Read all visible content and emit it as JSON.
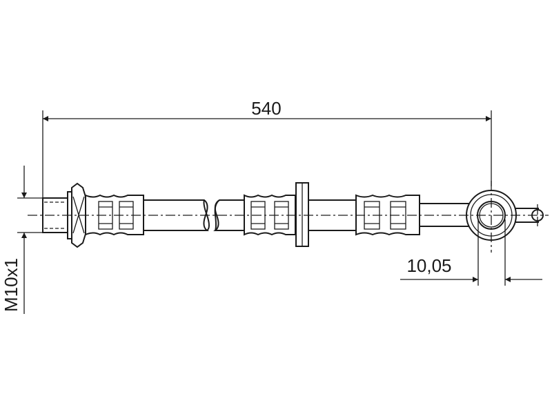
{
  "drawing": {
    "overall_length": "540",
    "banjo_bore": "10,05",
    "thread": "M10x1",
    "colors": {
      "line": "#1a1a1a",
      "background": "#ffffff"
    }
  }
}
